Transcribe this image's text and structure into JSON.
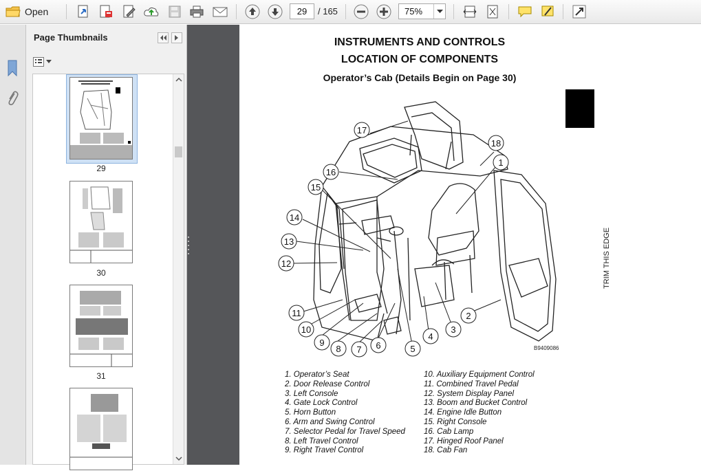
{
  "toolbar": {
    "open_label": "Open",
    "page_current": "29",
    "page_total": "/ 165",
    "zoom": "75%"
  },
  "panel": {
    "title": "Page Thumbnails",
    "thumbnails": [
      {
        "label": "29"
      },
      {
        "label": "30"
      },
      {
        "label": "31"
      }
    ]
  },
  "document": {
    "title_line1": "INSTRUMENTS AND CONTROLS",
    "title_line2": "LOCATION OF COMPONENTS",
    "subtitle": "Operator’s Cab (Details Begin on Page 30)",
    "side_text": "TRIM THIS EDGE",
    "figure_code": "B9409086",
    "callouts": [
      "1",
      "2",
      "3",
      "4",
      "5",
      "6",
      "7",
      "8",
      "9",
      "10",
      "11",
      "12",
      "13",
      "14",
      "15",
      "16",
      "17",
      "18"
    ],
    "legend_left": [
      "1. Operator’s Seat",
      "2. Door Release Control",
      "3. Left Console",
      "4. Gate Lock Control",
      "5. Horn Button",
      "6. Arm and Swing Control",
      "7. Selector Pedal for Travel Speed",
      "8. Left Travel Control",
      "9. Right Travel Control"
    ],
    "legend_right": [
      "10. Auxiliary Equipment Control",
      "11. Combined Travel Pedal",
      "12. System Display Panel",
      "13. Boom and Bucket Control",
      "14. Engine Idle Button",
      "15. Right Console",
      "16. Cab Lamp",
      "17. Hinged Roof Panel",
      "18. Cab Fan"
    ]
  }
}
